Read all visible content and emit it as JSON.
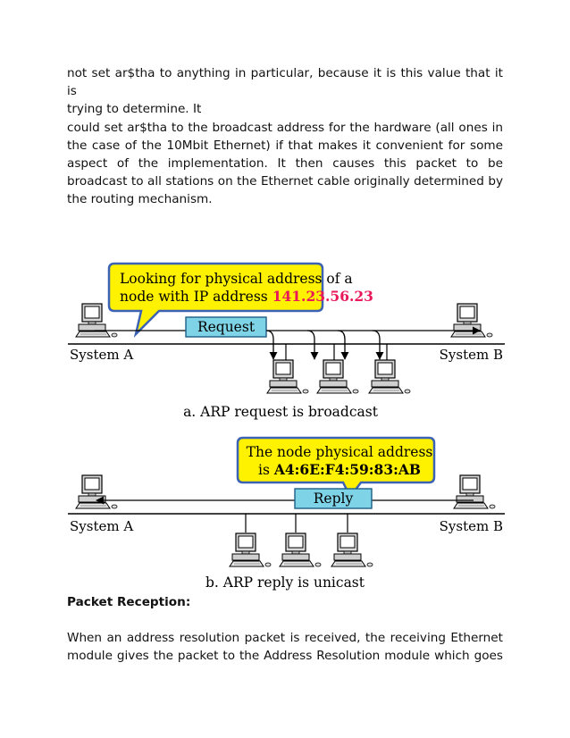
{
  "paragraph_top": {
    "lines": [
      "not set ar$tha to anything in particular, because it is this value that it is",
      "trying to determine.   It",
      "could set ar$tha to the broadcast address for the hardware (all ones in",
      "the case of the 10Mbit Ethernet) if that makes it convenient for some",
      "aspect  of  the  implementation.     It  then  causes  this  packet  to  be",
      "broadcast to all stations on the Ethernet cable originally determined by",
      "the routing mechanism."
    ]
  },
  "diagram_a": {
    "callout_line1": "Looking for physical address of a",
    "callout_line2_prefix": "node with IP address ",
    "ip_address": "141.23.56.23",
    "packet_label": "Request",
    "system_left": "System A",
    "system_right": "System B",
    "caption": "a. ARP request is broadcast"
  },
  "diagram_b": {
    "callout_line1": "The node physical address",
    "callout_line2_prefix": "is ",
    "mac_address": "A4:6E:F4:59:83:AB",
    "packet_label": "Reply",
    "system_left": "System A",
    "system_right": "System B",
    "caption": "b. ARP reply is unicast"
  },
  "section_heading": "Packet Reception:",
  "paragraph_bottom": {
    "lines": [
      "When  an  address  resolution  packet  is  received,  the  receiving  Ethernet",
      "module gives the packet to the Address Resolution module which goes"
    ]
  },
  "colors": {
    "callout_fill": "#fff200",
    "callout_stroke": "#3b62b5",
    "packet_fill": "#7ed3e6",
    "ip_text": "#e8185a",
    "arrow": "#000000"
  }
}
